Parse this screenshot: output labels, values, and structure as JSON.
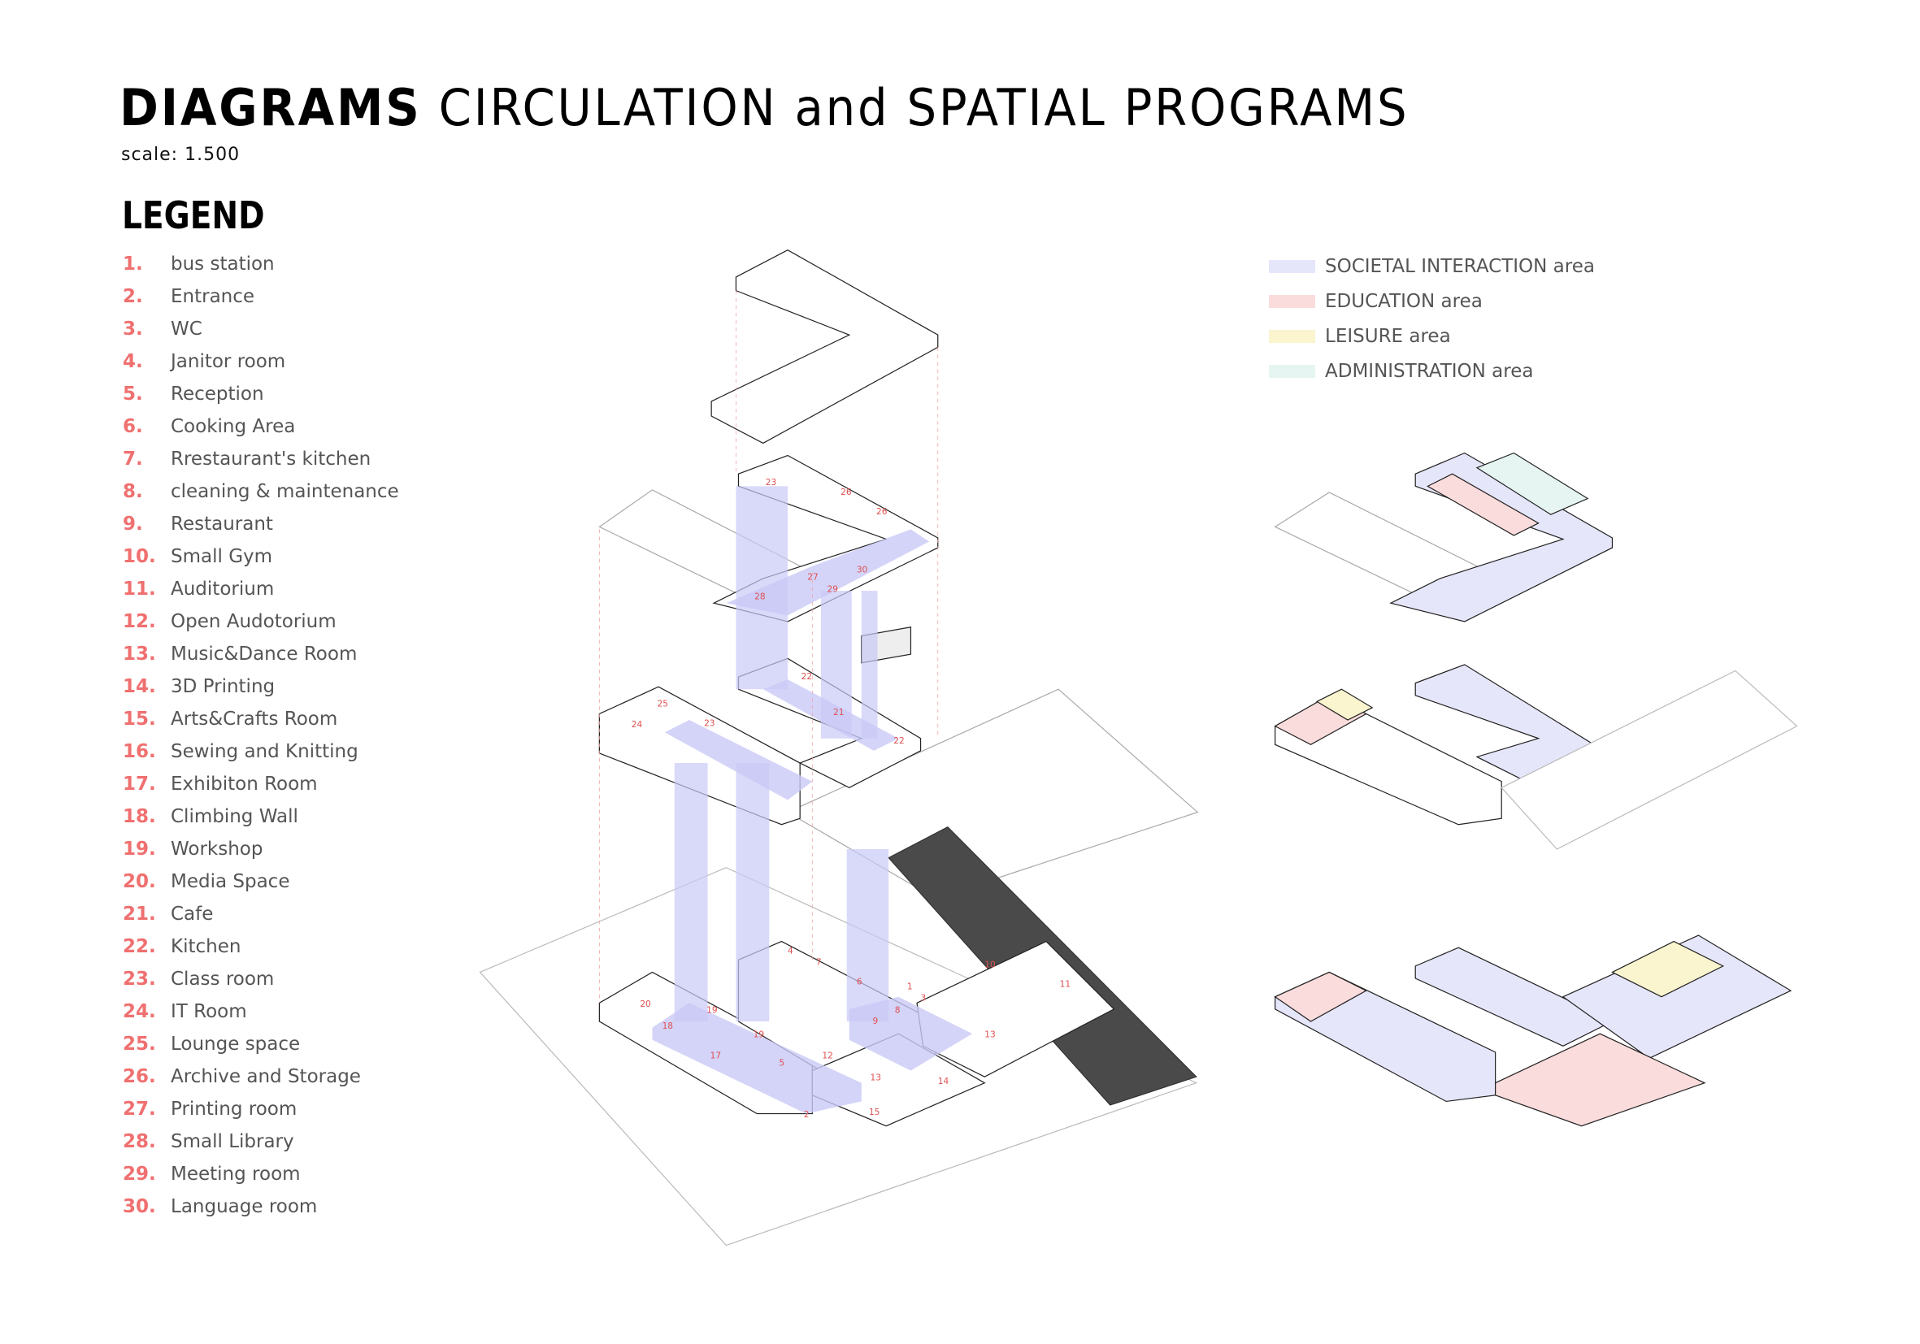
{
  "title": {
    "bold": "DIAGRAMS",
    "rest": "CIRCULATION and SPATIAL PROGRAMS"
  },
  "scale": "scale: 1.500",
  "legend": {
    "heading": "LEGEND",
    "items": [
      {
        "num": "1.",
        "label": "bus station"
      },
      {
        "num": "2.",
        "label": "Entrance"
      },
      {
        "num": "3.",
        "label": "WC"
      },
      {
        "num": "4.",
        "label": "Janitor room"
      },
      {
        "num": "5.",
        "label": "Reception"
      },
      {
        "num": "6.",
        "label": "Cooking Area"
      },
      {
        "num": "7.",
        "label": "Rrestaurant's kitchen"
      },
      {
        "num": "8.",
        "label": "cleaning & maintenance"
      },
      {
        "num": "9.",
        "label": "Restaurant"
      },
      {
        "num": "10.",
        "label": "Small Gym"
      },
      {
        "num": "11.",
        "label": "Auditorium"
      },
      {
        "num": "12.",
        "label": "Open Audotorium"
      },
      {
        "num": "13.",
        "label": "Music&Dance Room"
      },
      {
        "num": "14.",
        "label": "3D Printing"
      },
      {
        "num": "15.",
        "label": "Arts&Crafts Room"
      },
      {
        "num": "16.",
        "label": "Sewing and Knitting"
      },
      {
        "num": "17.",
        "label": "Exhibiton Room"
      },
      {
        "num": "18.",
        "label": "Climbing Wall"
      },
      {
        "num": "19.",
        "label": "Workshop"
      },
      {
        "num": "20.",
        "label": "Media Space"
      },
      {
        "num": "21.",
        "label": "Cafe"
      },
      {
        "num": "22.",
        "label": "Kitchen"
      },
      {
        "num": "23.",
        "label": "Class room"
      },
      {
        "num": "24.",
        "label": "IT Room"
      },
      {
        "num": "25.",
        "label": "Lounge space"
      },
      {
        "num": "26.",
        "label": "Archive and Storage"
      },
      {
        "num": "27.",
        "label": "Printing room"
      },
      {
        "num": "28.",
        "label": "Small Library"
      },
      {
        "num": "29.",
        "label": "Meeting room"
      },
      {
        "num": "30.",
        "label": "Language room"
      }
    ]
  },
  "zones": [
    {
      "label": "SOCIETAL INTERACTION area",
      "color": "#e6e6fb"
    },
    {
      "label": "EDUCATION area",
      "color": "#fbdcdc"
    },
    {
      "label": "LEISURE area",
      "color": "#faf5cf"
    },
    {
      "label": "ADMINISTRATION area",
      "color": "#e6f5f2"
    }
  ],
  "plan_labels": [
    "20",
    "18",
    "19",
    "19",
    "17",
    "5",
    "12",
    "2",
    "15",
    "14",
    "13",
    "13",
    "3",
    "1",
    "6",
    "7",
    "4",
    "10",
    "11",
    "8",
    "9",
    "24",
    "25",
    "23",
    "22",
    "21",
    "22",
    "26",
    "28",
    "27",
    "29",
    "30",
    "26",
    "23"
  ],
  "colors": {
    "circulation": "#c9c9f7",
    "accent_number": "#f07070",
    "dark_wedge": "#4a4a4a"
  }
}
